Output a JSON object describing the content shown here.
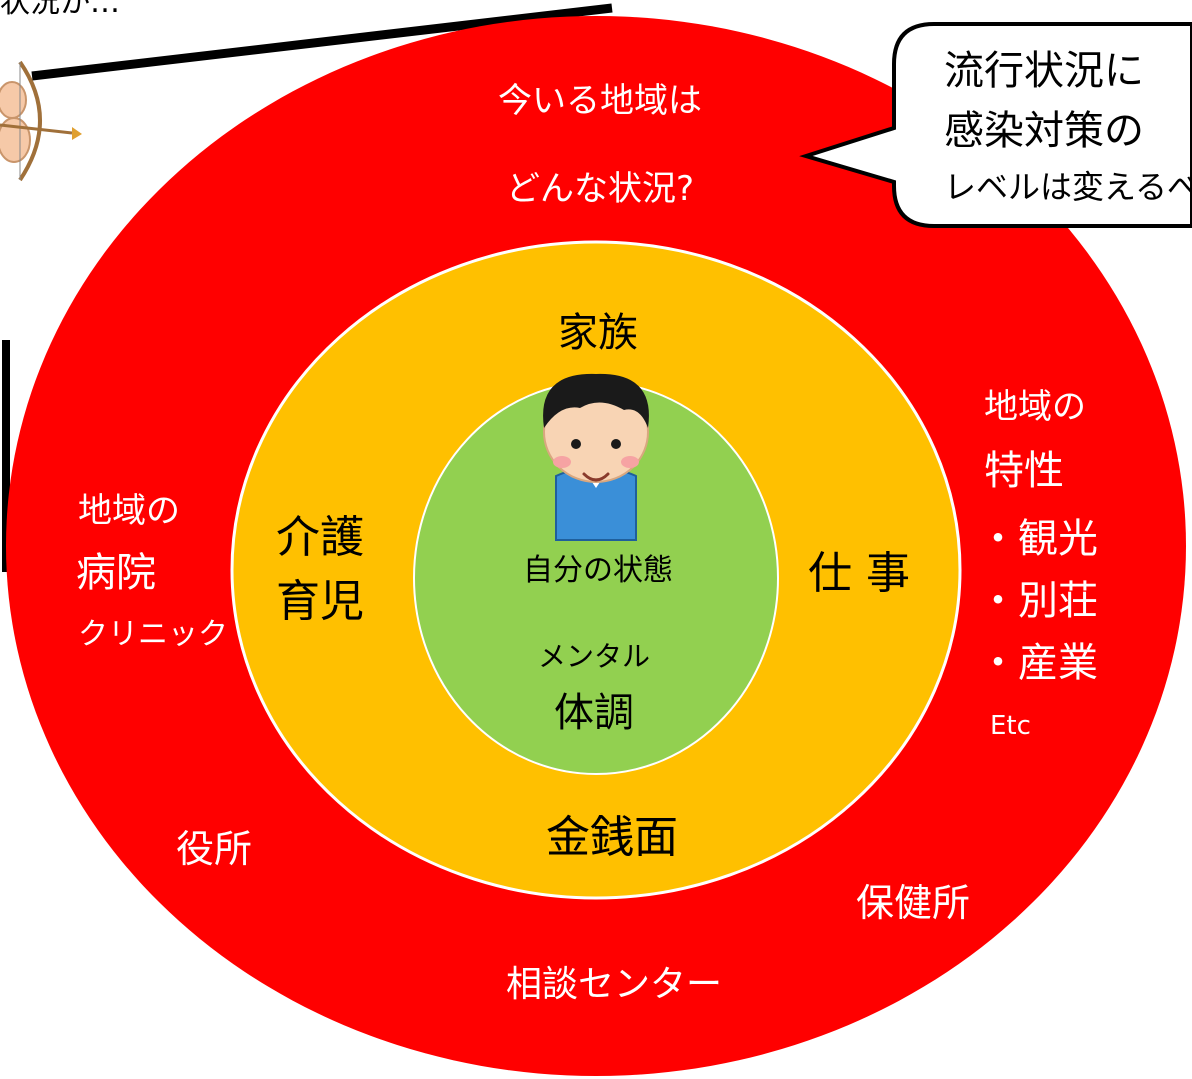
{
  "top_fragment": "状況か…",
  "outer": {
    "line1": "今いる地域は",
    "line2": "どんな状況?",
    "left": [
      "地域の",
      "病院",
      "クリニック"
    ],
    "right": [
      "地域の",
      "特性",
      "・観光",
      "・別荘",
      "・産業",
      "Etc"
    ],
    "office": "役所",
    "health_center": "保健所",
    "consultation": "相談センター"
  },
  "middle": {
    "family": "家族",
    "care": [
      "介護",
      "育児"
    ],
    "work": "仕 事",
    "money": "金銭面"
  },
  "inner": {
    "self": "自分の状態",
    "mental": "メンタル",
    "condition": "体調"
  },
  "speech_bubble": [
    "流行状況に",
    "感染対策の",
    "レベルは変えるべ"
  ],
  "colors": {
    "outer": "#ff0000",
    "middle": "#ffc000",
    "inner": "#92d050",
    "outer_text": "#ffffff",
    "inner_text": "#000000"
  }
}
